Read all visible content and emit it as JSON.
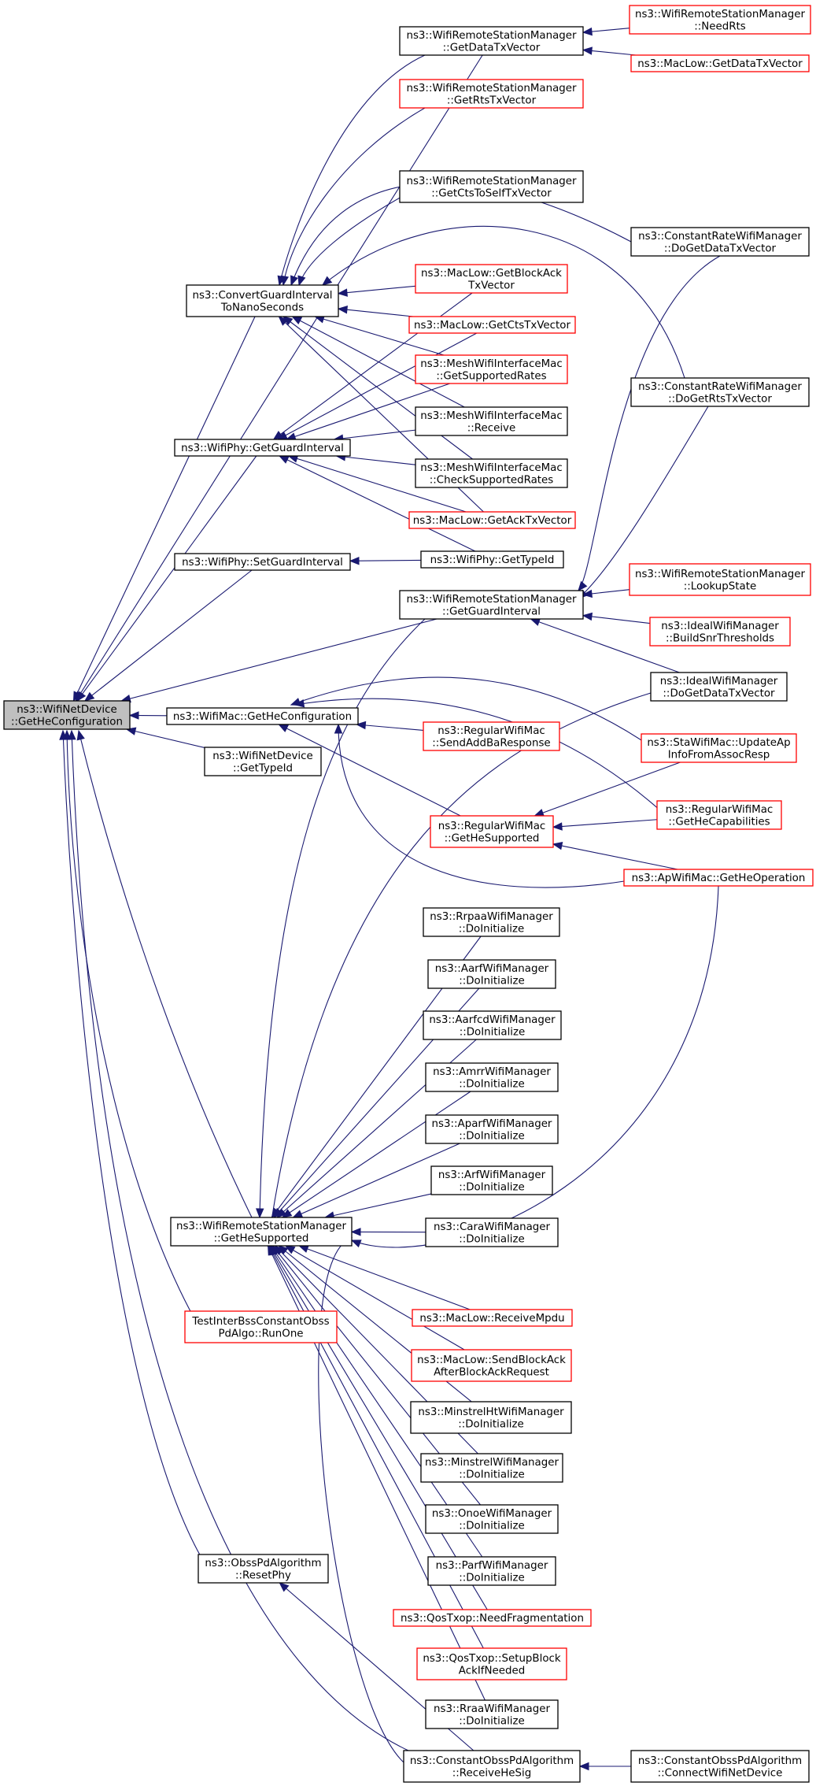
{
  "colors": {
    "edge": "#191970",
    "node_border": "#000000",
    "node_border_red": "#ff0000",
    "highlight_fill": "#bfbfbf",
    "node_fill": "#ffffff"
  },
  "nodes": [
    {
      "id": "root",
      "lines": [
        "ns3::WifiNetDevice",
        "::GetHeConfiguration"
      ],
      "style": "highlight"
    },
    {
      "id": "gdtv",
      "lines": [
        "ns3::WifiRemoteStationManager",
        "::GetDataTxVector"
      ],
      "style": "black"
    },
    {
      "id": "needrts",
      "lines": [
        "ns3::WifiRemoteStationManager",
        "::NeedRts"
      ],
      "style": "red"
    },
    {
      "id": "mlgdtv",
      "lines": [
        "ns3::MacLow::GetDataTxVector"
      ],
      "style": "red"
    },
    {
      "id": "grts",
      "lines": [
        "ns3::WifiRemoteStationManager",
        "::GetRtsTxVector"
      ],
      "style": "red"
    },
    {
      "id": "gcts",
      "lines": [
        "ns3::WifiRemoteStationManager",
        "::GetCtsToSelfTxVector"
      ],
      "style": "black"
    },
    {
      "id": "crdgd",
      "lines": [
        "ns3::ConstantRateWifiManager",
        "::DoGetDataTxVector"
      ],
      "style": "black"
    },
    {
      "id": "cgi",
      "lines": [
        "ns3::ConvertGuardInterval",
        "ToNanoSeconds"
      ],
      "style": "black"
    },
    {
      "id": "mlgba",
      "lines": [
        "ns3::MacLow::GetBlockAck",
        "TxVector"
      ],
      "style": "red"
    },
    {
      "id": "mlcts",
      "lines": [
        "ns3::MacLow::GetCtsTxVector"
      ],
      "style": "red"
    },
    {
      "id": "mwsr",
      "lines": [
        "ns3::MeshWifiInterfaceMac",
        "::GetSupportedRates"
      ],
      "style": "red"
    },
    {
      "id": "crdrts",
      "lines": [
        "ns3::ConstantRateWifiManager",
        "::DoGetRtsTxVector"
      ],
      "style": "black"
    },
    {
      "id": "mwrecv",
      "lines": [
        "ns3::MeshWifiInterfaceMac",
        "::Receive"
      ],
      "style": "black"
    },
    {
      "id": "wpggi",
      "lines": [
        "ns3::WifiPhy::GetGuardInterval"
      ],
      "style": "black"
    },
    {
      "id": "mwcsr",
      "lines": [
        "ns3::MeshWifiInterfaceMac",
        "::CheckSupportedRates"
      ],
      "style": "black"
    },
    {
      "id": "mlack",
      "lines": [
        "ns3::MacLow::GetAckTxVector"
      ],
      "style": "red"
    },
    {
      "id": "wpsgi",
      "lines": [
        "ns3::WifiPhy::SetGuardInterval"
      ],
      "style": "black"
    },
    {
      "id": "wptid",
      "lines": [
        "ns3::WifiPhy::GetTypeId"
      ],
      "style": "black"
    },
    {
      "id": "wrsgi",
      "lines": [
        "ns3::WifiRemoteStationManager",
        "::GetGuardInterval"
      ],
      "style": "black"
    },
    {
      "id": "lookup",
      "lines": [
        "ns3::WifiRemoteStationManager",
        "::LookupState"
      ],
      "style": "red"
    },
    {
      "id": "ideal",
      "lines": [
        "ns3::IdealWifiManager",
        "::BuildSnrThresholds"
      ],
      "style": "red"
    },
    {
      "id": "idealdd",
      "lines": [
        "ns3::IdealWifiManager",
        "::DoGetDataTxVector"
      ],
      "style": "black"
    },
    {
      "id": "wmghc",
      "lines": [
        "ns3::WifiMac::GetHeConfiguration"
      ],
      "style": "black"
    },
    {
      "id": "rwsab",
      "lines": [
        "ns3::RegularWifiMac",
        "::SendAddBaResponse"
      ],
      "style": "red"
    },
    {
      "id": "sta",
      "lines": [
        "ns3::StaWifiMac::UpdateAp",
        "InfoFromAssocResp"
      ],
      "style": "red"
    },
    {
      "id": "wndtid",
      "lines": [
        "ns3::WifiNetDevice",
        "::GetTypeId"
      ],
      "style": "black"
    },
    {
      "id": "rwghs",
      "lines": [
        "ns3::RegularWifiMac",
        "::GetHeSupported"
      ],
      "style": "red"
    },
    {
      "id": "rwghc",
      "lines": [
        "ns3::RegularWifiMac",
        "::GetHeCapabilities"
      ],
      "style": "red"
    },
    {
      "id": "apop",
      "lines": [
        "ns3::ApWifiMac::GetHeOperation"
      ],
      "style": "red"
    },
    {
      "id": "rrpaa",
      "lines": [
        "ns3::RrpaaWifiManager",
        "::DoInitialize"
      ],
      "style": "black"
    },
    {
      "id": "aarf",
      "lines": [
        "ns3::AarfWifiManager",
        "::DoInitialize"
      ],
      "style": "black"
    },
    {
      "id": "aarfcd",
      "lines": [
        "ns3::AarfcdWifiManager",
        "::DoInitialize"
      ],
      "style": "black"
    },
    {
      "id": "amrr",
      "lines": [
        "ns3::AmrrWifiManager",
        "::DoInitialize"
      ],
      "style": "black"
    },
    {
      "id": "aparf",
      "lines": [
        "ns3::AparfWifiManager",
        "::DoInitialize"
      ],
      "style": "black"
    },
    {
      "id": "arf",
      "lines": [
        "ns3::ArfWifiManager",
        "::DoInitialize"
      ],
      "style": "black"
    },
    {
      "id": "cara",
      "lines": [
        "ns3::CaraWifiManager",
        "::DoInitialize"
      ],
      "style": "black"
    },
    {
      "id": "wrsghs",
      "lines": [
        "ns3::WifiRemoteStationManager",
        "::GetHeSupported"
      ],
      "style": "black"
    },
    {
      "id": "mlrm",
      "lines": [
        "ns3::MacLow::ReceiveMpdu"
      ],
      "style": "red"
    },
    {
      "id": "tib",
      "lines": [
        "TestInterBssConstantObss",
        "PdAlgo::RunOne"
      ],
      "style": "red"
    },
    {
      "id": "mlsba",
      "lines": [
        "ns3::MacLow::SendBlockAck",
        "AfterBlockAckRequest"
      ],
      "style": "red"
    },
    {
      "id": "mht",
      "lines": [
        "ns3::MinstrelHtWifiManager",
        "::DoInitialize"
      ],
      "style": "black"
    },
    {
      "id": "mwm",
      "lines": [
        "ns3::MinstrelWifiManager",
        "::DoInitialize"
      ],
      "style": "black"
    },
    {
      "id": "onoe",
      "lines": [
        "ns3::OnoeWifiManager",
        "::DoInitialize"
      ],
      "style": "black"
    },
    {
      "id": "obss",
      "lines": [
        "ns3::ObssPdAlgorithm",
        "::ResetPhy"
      ],
      "style": "black"
    },
    {
      "id": "parf",
      "lines": [
        "ns3::ParfWifiManager",
        "::DoInitialize"
      ],
      "style": "black"
    },
    {
      "id": "qnf",
      "lines": [
        "ns3::QosTxop::NeedFragmentation"
      ],
      "style": "red"
    },
    {
      "id": "qsb",
      "lines": [
        "ns3::QosTxop::SetupBlock",
        "AckIfNeeded"
      ],
      "style": "red"
    },
    {
      "id": "rraa",
      "lines": [
        "ns3::RraaWifiManager",
        "::DoInitialize"
      ],
      "style": "black"
    },
    {
      "id": "cobss",
      "lines": [
        "ns3::ConstantObssPdAlgorithm",
        "::ReceiveHeSig"
      ],
      "style": "black"
    },
    {
      "id": "cobcw",
      "lines": [
        "ns3::ConstantObssPdAlgorithm",
        "::ConnectWifiNetDevice"
      ],
      "style": "black"
    }
  ],
  "edges": [
    {
      "from": "gdtv",
      "to": "root"
    },
    {
      "from": "needrts",
      "to": "gdtv"
    },
    {
      "from": "mlgdtv",
      "to": "gdtv"
    },
    {
      "from": "cgi",
      "to": "root"
    },
    {
      "from": "gdtv",
      "to": "cgi"
    },
    {
      "from": "grts",
      "to": "cgi"
    },
    {
      "from": "gcts",
      "to": "cgi"
    },
    {
      "from": "crdgd",
      "to": "cgi"
    },
    {
      "from": "crdrts",
      "to": "cgi"
    },
    {
      "from": "mlgba",
      "to": "cgi"
    },
    {
      "from": "mlcts",
      "to": "cgi"
    },
    {
      "from": "mwsr",
      "to": "cgi"
    },
    {
      "from": "mwrecv",
      "to": "cgi"
    },
    {
      "from": "mwcsr",
      "to": "cgi"
    },
    {
      "from": "mlack",
      "to": "cgi"
    },
    {
      "from": "wpggi",
      "to": "root"
    },
    {
      "from": "mlgba",
      "to": "wpggi"
    },
    {
      "from": "mlcts",
      "to": "wpggi"
    },
    {
      "from": "mwsr",
      "to": "wpggi"
    },
    {
      "from": "mwrecv",
      "to": "wpggi"
    },
    {
      "from": "mwcsr",
      "to": "wpggi"
    },
    {
      "from": "mlack",
      "to": "wpggi"
    },
    {
      "from": "wptid",
      "to": "wpggi"
    },
    {
      "from": "wpsgi",
      "to": "root"
    },
    {
      "from": "wptid",
      "to": "wpsgi"
    },
    {
      "from": "wrsgi",
      "to": "root"
    },
    {
      "from": "crdgd",
      "to": "wrsgi"
    },
    {
      "from": "crdrts",
      "to": "wrsgi"
    },
    {
      "from": "lookup",
      "to": "wrsgi"
    },
    {
      "from": "ideal",
      "to": "wrsgi"
    },
    {
      "from": "idealdd",
      "to": "wrsgi"
    },
    {
      "from": "wmghc",
      "to": "root"
    },
    {
      "from": "rwsab",
      "to": "wmghc"
    },
    {
      "from": "sta",
      "to": "wmghc"
    },
    {
      "from": "rwghc",
      "to": "wmghc"
    },
    {
      "from": "rwghs",
      "to": "wmghc"
    },
    {
      "from": "apop",
      "to": "wmghc"
    },
    {
      "from": "wndtid",
      "to": "root"
    },
    {
      "from": "sta",
      "to": "rwghs"
    },
    {
      "from": "rwghc",
      "to": "rwghs"
    },
    {
      "from": "apop",
      "to": "rwghs"
    },
    {
      "from": "wrsghs",
      "to": "root"
    },
    {
      "from": "idealdd",
      "to": "wrsghs"
    },
    {
      "from": "apop",
      "to": "wrsghs"
    },
    {
      "from": "rrpaa",
      "to": "wrsghs"
    },
    {
      "from": "aarf",
      "to": "wrsghs"
    },
    {
      "from": "aarfcd",
      "to": "wrsghs"
    },
    {
      "from": "amrr",
      "to": "wrsghs"
    },
    {
      "from": "aparf",
      "to": "wrsghs"
    },
    {
      "from": "arf",
      "to": "wrsghs"
    },
    {
      "from": "cara",
      "to": "wrsghs"
    },
    {
      "from": "mlrm",
      "to": "wrsghs"
    },
    {
      "from": "mlsba",
      "to": "wrsghs"
    },
    {
      "from": "mht",
      "to": "wrsghs"
    },
    {
      "from": "mwm",
      "to": "wrsghs"
    },
    {
      "from": "onoe",
      "to": "wrsghs"
    },
    {
      "from": "parf",
      "to": "wrsghs"
    },
    {
      "from": "qnf",
      "to": "wrsghs"
    },
    {
      "from": "qsb",
      "to": "wrsghs"
    },
    {
      "from": "rraa",
      "to": "wrsghs"
    },
    {
      "from": "cobss",
      "to": "wrsghs"
    },
    {
      "from": "wrsgi",
      "to": "wrsghs"
    },
    {
      "from": "tib",
      "to": "root"
    },
    {
      "from": "obss",
      "to": "root"
    },
    {
      "from": "cobss",
      "to": "root"
    },
    {
      "from": "cobss",
      "to": "obss"
    },
    {
      "from": "cobcw",
      "to": "cobss"
    }
  ]
}
